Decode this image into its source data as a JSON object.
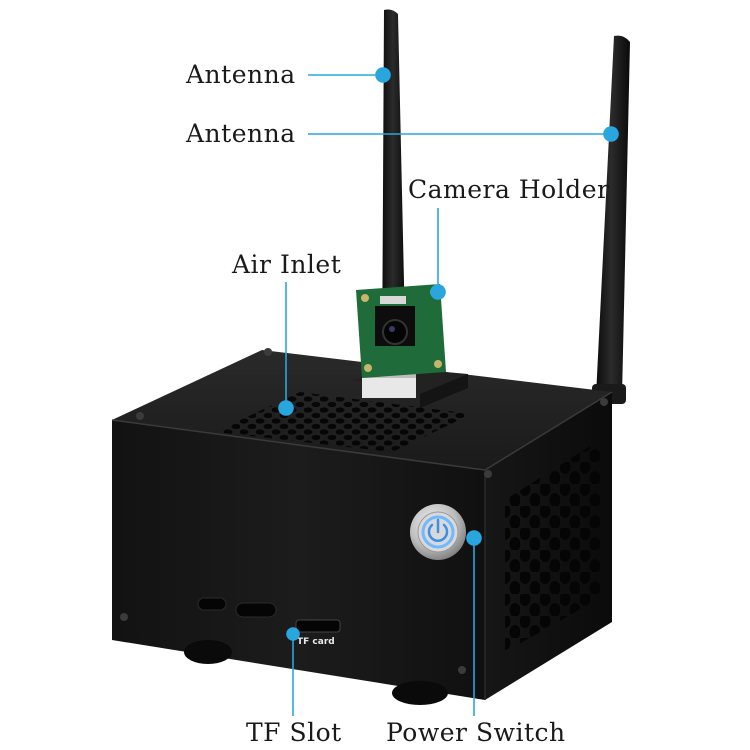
{
  "labels": {
    "antenna_1": "Antenna",
    "antenna_2": "Antenna",
    "camera_holder": "Camera Holder",
    "air_inlet": "Air Inlet",
    "tf_slot": "TF Slot",
    "power_switch": "Power Switch"
  },
  "device": {
    "tf_card_text": "TF card"
  },
  "colors": {
    "callout": "#2aa6df",
    "case": "#151515",
    "pcb": "#1f6b3a",
    "power_ring": "#6fb9ff"
  }
}
